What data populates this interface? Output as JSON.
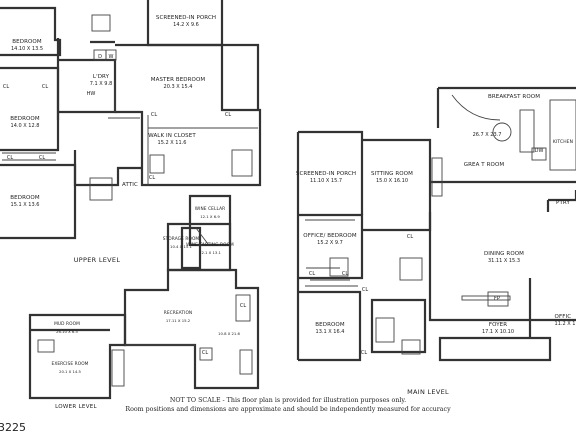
{
  "upper_level": {
    "title": "UPPER LEVEL",
    "rooms": [
      {
        "name": "BEDROOM",
        "dims": "14.10 X 13.5"
      },
      {
        "name": "SCREENED-IN PORCH",
        "dims": "14.2 X 9.6"
      },
      {
        "name": "L'DRY",
        "dims": "7.1 X 9.8"
      },
      {
        "name": "MASTER BEDROOM",
        "dims": "20.3 X 15.4"
      },
      {
        "name": "BEDROOM",
        "dims": "14.0 X 12.8"
      },
      {
        "name": "WALK IN CLOSET",
        "dims": "15.2 X 11.6"
      },
      {
        "name": "BEDROOM",
        "dims": "15.1 X 13.6"
      },
      {
        "name": "ATTIC",
        "dims": ""
      }
    ],
    "small_labels": [
      "D",
      "W",
      "CL",
      "CL",
      "CL",
      "CL",
      "CL",
      "CL",
      "HW",
      "CL"
    ]
  },
  "lower_level": {
    "title": "LOWER LEVEL",
    "rooms": [
      {
        "name": "WINE CELLAR",
        "dims": "12.1 X 6.9"
      },
      {
        "name": "STORAGE ROOM",
        "dims": "10.4 X 15.1"
      },
      {
        "name": "WINE TASTING ROOM",
        "dims": "12.1 X 13.1"
      },
      {
        "name": "RECREATION",
        "dims": "17.11 X 15.2"
      },
      {
        "name": "MUD ROOM",
        "dims": "26.10 X 6.5"
      },
      {
        "name": "EXERCISE ROOM",
        "dims": "20.1 X 14.5"
      },
      {
        "name": "",
        "dims": "10.8 X 21.6"
      }
    ],
    "small_labels": [
      "CL",
      "CL"
    ]
  },
  "main_level": {
    "title": "MAIN LEVEL",
    "rooms": [
      {
        "name": "BREAKFAST ROOM",
        "dims": ""
      },
      {
        "name": "",
        "dims": "26.7 X 23.7"
      },
      {
        "name": "KITCHEN",
        "dims": ""
      },
      {
        "name": "SCREENED-IN PORCH",
        "dims": "11.10 X 15.7"
      },
      {
        "name": "SITTING ROOM",
        "dims": "15.0 X 16.10"
      },
      {
        "name": "GREA T ROOM",
        "dims": ""
      },
      {
        "name": "PTRY",
        "dims": ""
      },
      {
        "name": "OFFICE/ BEDROOM",
        "dims": "15.2 X 9.7"
      },
      {
        "name": "DINING ROOM",
        "dims": "31.11 X 15.3"
      },
      {
        "name": "BEDROOM",
        "dims": "13.1 X 16.4"
      },
      {
        "name": "FOYER",
        "dims": "17.1 X 10.10"
      },
      {
        "name": "OFFIC",
        "dims": "11.2 X 1"
      }
    ],
    "small_labels": [
      "DW",
      "CL",
      "CL",
      "CL",
      "CL",
      "CL",
      "FP"
    ]
  },
  "disclaimer": {
    "line1": "NOT TO SCALE - This floor plan is provided for illustration purposes only.",
    "line2": "Room positions and dimensions are approximate and should be independently measured for accuracy"
  },
  "fragment_text": "3225"
}
